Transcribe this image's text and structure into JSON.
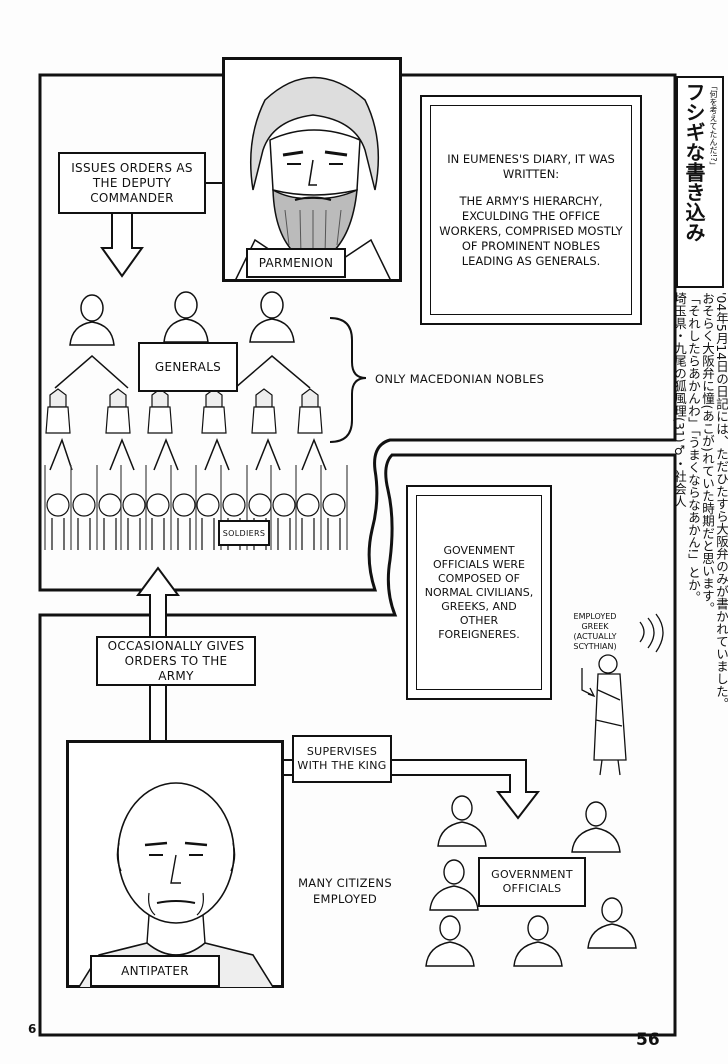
{
  "panels": {
    "top": {
      "portrait_label": "PARMENION",
      "orders_label": "ISSUES ORDERS AS THE DEPUTY COMMANDER",
      "diary_intro": "IN EUMENES'S DIARY, IT WAS WRITTEN:",
      "diary_body": "THE ARMY'S HIERARCHY, EXCULDING THE OFFICE WORKERS, COMPRISED MOSTLY OF PROMINENT NOBLES LEADING AS GENERALS.",
      "generals_label": "GENERALS",
      "nobles_note": "ONLY MACEDONIAN NOBLES",
      "soldiers_label": "SOLDIERS"
    },
    "bottom": {
      "occasional_label": "OCCASIONALLY GIVES ORDERS TO THE ARMY",
      "officials_note": "GOVENMENT OFFICIALS WERE COMPOSED OF NORMAL CIVILIANS, GREEKS, AND OTHER FOREIGNERES.",
      "employed_greek": "EMPLOYED GREEK (ACTUALLY SCYTHIAN)",
      "supervises_label": "SUPERVISES WITH THE KING",
      "citizens_note": "MANY CITIZENS EMPLOYED",
      "government_label": "GOVERNMENT OFFICIALS",
      "portrait_label": "ANTIPATER"
    }
  },
  "sidebar": {
    "header_small": "「何を考えてたんだ!?」",
    "header_title": "フシギな書き込み",
    "column1": "'04年5月14日の日記には、ただひたすら大阪弁のみが書かれていました。",
    "column2": "おそらく大阪弁に憧(あこが)れていた時期だと思います。",
    "column3": "「それしたらあかんわ」「うまくならなあかん!」とか。",
    "column4": "埼玉県・九尾の狐風理(31)♂・社会人"
  },
  "footer": {
    "volume_number": "6",
    "page_number": "56"
  }
}
